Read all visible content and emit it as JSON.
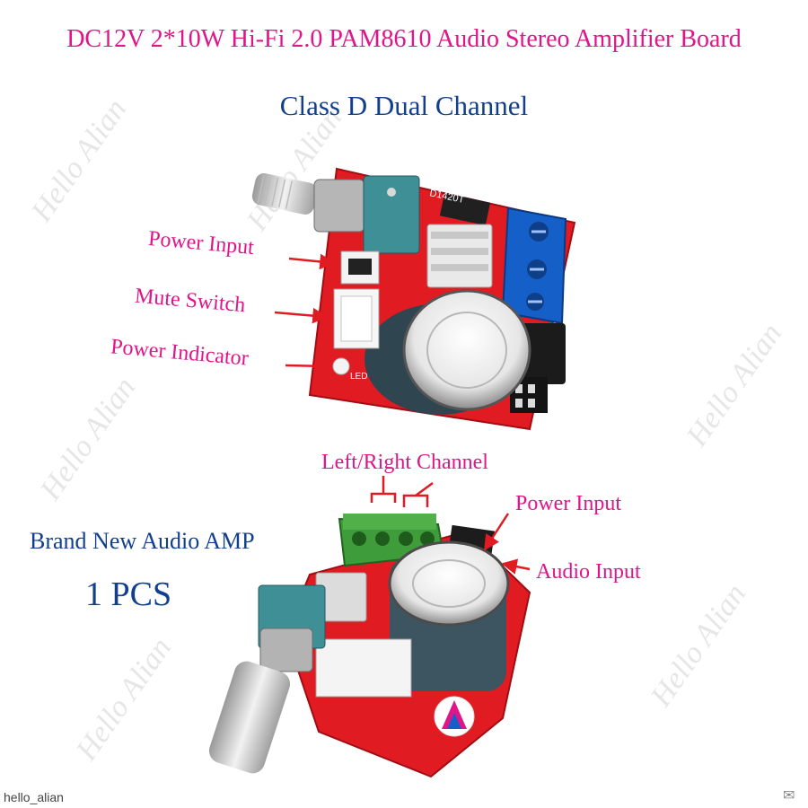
{
  "header": {
    "title": "DC12V 2*10W Hi-Fi 2.0 PAM8610 Audio Stereo Amplifier Board",
    "subtitle": "Class D Dual Channel"
  },
  "top_board": {
    "callouts": [
      "Power Input",
      "Mute Switch",
      "Power Indicator"
    ],
    "silkscreen": [
      "D1420T",
      "LED"
    ]
  },
  "bottom_board": {
    "callouts": {
      "left_right": "Left/Right Channel",
      "power": "Power Input",
      "audio": "Audio Input"
    }
  },
  "promo": {
    "line1": "Brand New Audio AMP",
    "line2": "1 PCS"
  },
  "watermark": {
    "text": "Hello Alian"
  },
  "footer": {
    "seller": "hello_alian"
  },
  "colors": {
    "title_pink": "#e0158a",
    "text_blue": "#123f8c",
    "pcb_red": "#e11b22",
    "terminal_blue": "#1560c8",
    "terminal_green": "#3e9c3a"
  }
}
